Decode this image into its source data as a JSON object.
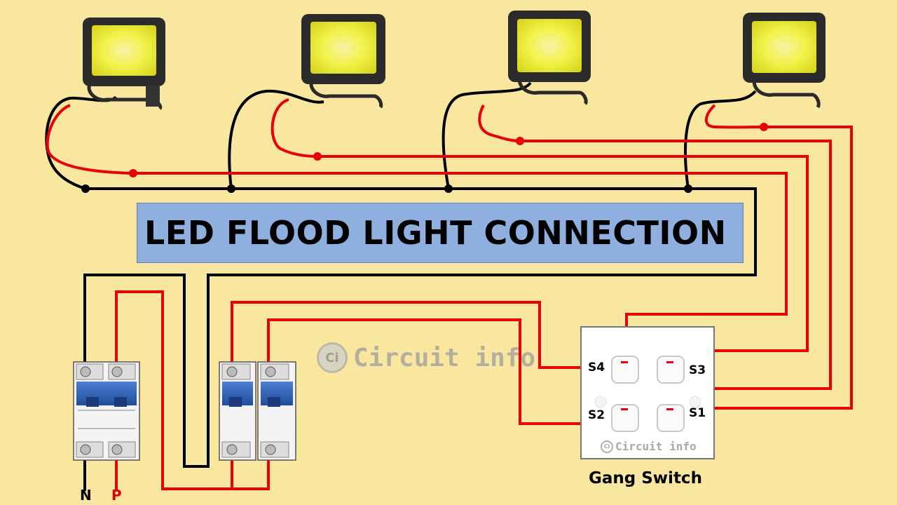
{
  "title": "LED FLOOD LIGHT CONNECTION",
  "watermark": "Circuit info",
  "watermark_logo": "Ci",
  "switch_labels": {
    "s4": "S4",
    "s3": "S3",
    "s2": "S2",
    "s1": "S1"
  },
  "switch_caption": "Gang Switch",
  "switch_watermark": "Circuit info",
  "supply_labels": {
    "neutral": "N",
    "phase": "P"
  },
  "colors": {
    "background": "#f9e7a0",
    "phase_wire": "#e8000b",
    "neutral_wire": "#000000",
    "title_box": "#8fb0df",
    "lamp_glow": "#f2f24a"
  },
  "icons": [
    "flood-light-icon",
    "mcb-icon",
    "switch-rocker-icon",
    "circuit-info-logo-icon"
  ]
}
